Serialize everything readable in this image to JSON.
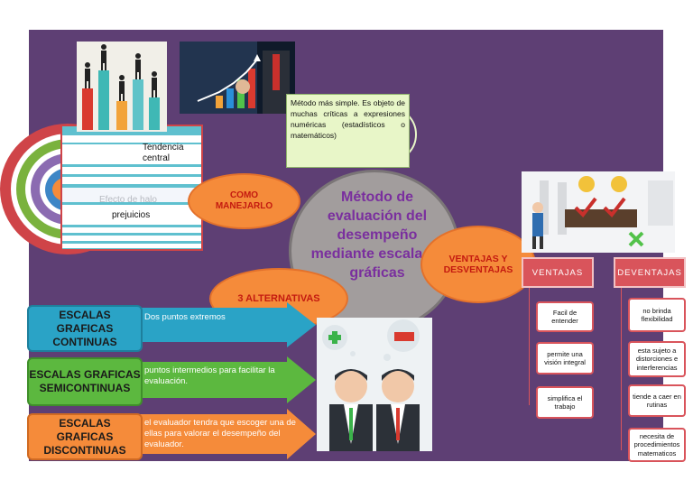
{
  "center": {
    "title": "Método de evaluación del desempeño mediante escala de gráficas"
  },
  "method": {
    "text": "Método más simple. Es objeto de muchas críticas a expresiones numéricas (estadísticos o matemáticos)"
  },
  "como": {
    "label": "COMO MANEJARLO"
  },
  "left_panel": {
    "tendency": "Tendencia central",
    "halo": "Efecto de halo",
    "prejuicios": "prejuicios"
  },
  "ventajas_ellipse": {
    "label": "VENTAJAS Y DESVENTAJAS"
  },
  "alternativas": {
    "label": "3 ALTERNATIVAS",
    "items": [
      {
        "title": "ESCALAS GRAFICAS CONTINUAS",
        "desc": "Dos puntos  extremos"
      },
      {
        "title": "ESCALAS GRAFICAS SEMICONTINUAS",
        "desc": "puntos intermedios para facilitar la evaluación."
      },
      {
        "title": "ESCALAS GRAFICAS DISCONTINUAS",
        "desc": "el evaluador tendra que escoger una de ellas para valorar el desempeño del evaluador."
      }
    ]
  },
  "ventajas": {
    "header": "VENTAJAS",
    "items": [
      "Facil de entender",
      "permite una visión integral",
      "simplifica el trabajo"
    ]
  },
  "desventajas": {
    "header": "DEVENTAJAS",
    "items": [
      "no brinda flexibilidad",
      "esta sujeto a distorciones e interferencias",
      "tiende a caer en rutinas",
      "necesita de procedimientos matematicos"
    ]
  },
  "colors": {
    "background": "#5e3f74",
    "orange": "#f58b3a",
    "red": "#d9545b",
    "blue": "#2aa3c6",
    "green": "#5cb83f",
    "orange_box": "#f58b3a"
  }
}
